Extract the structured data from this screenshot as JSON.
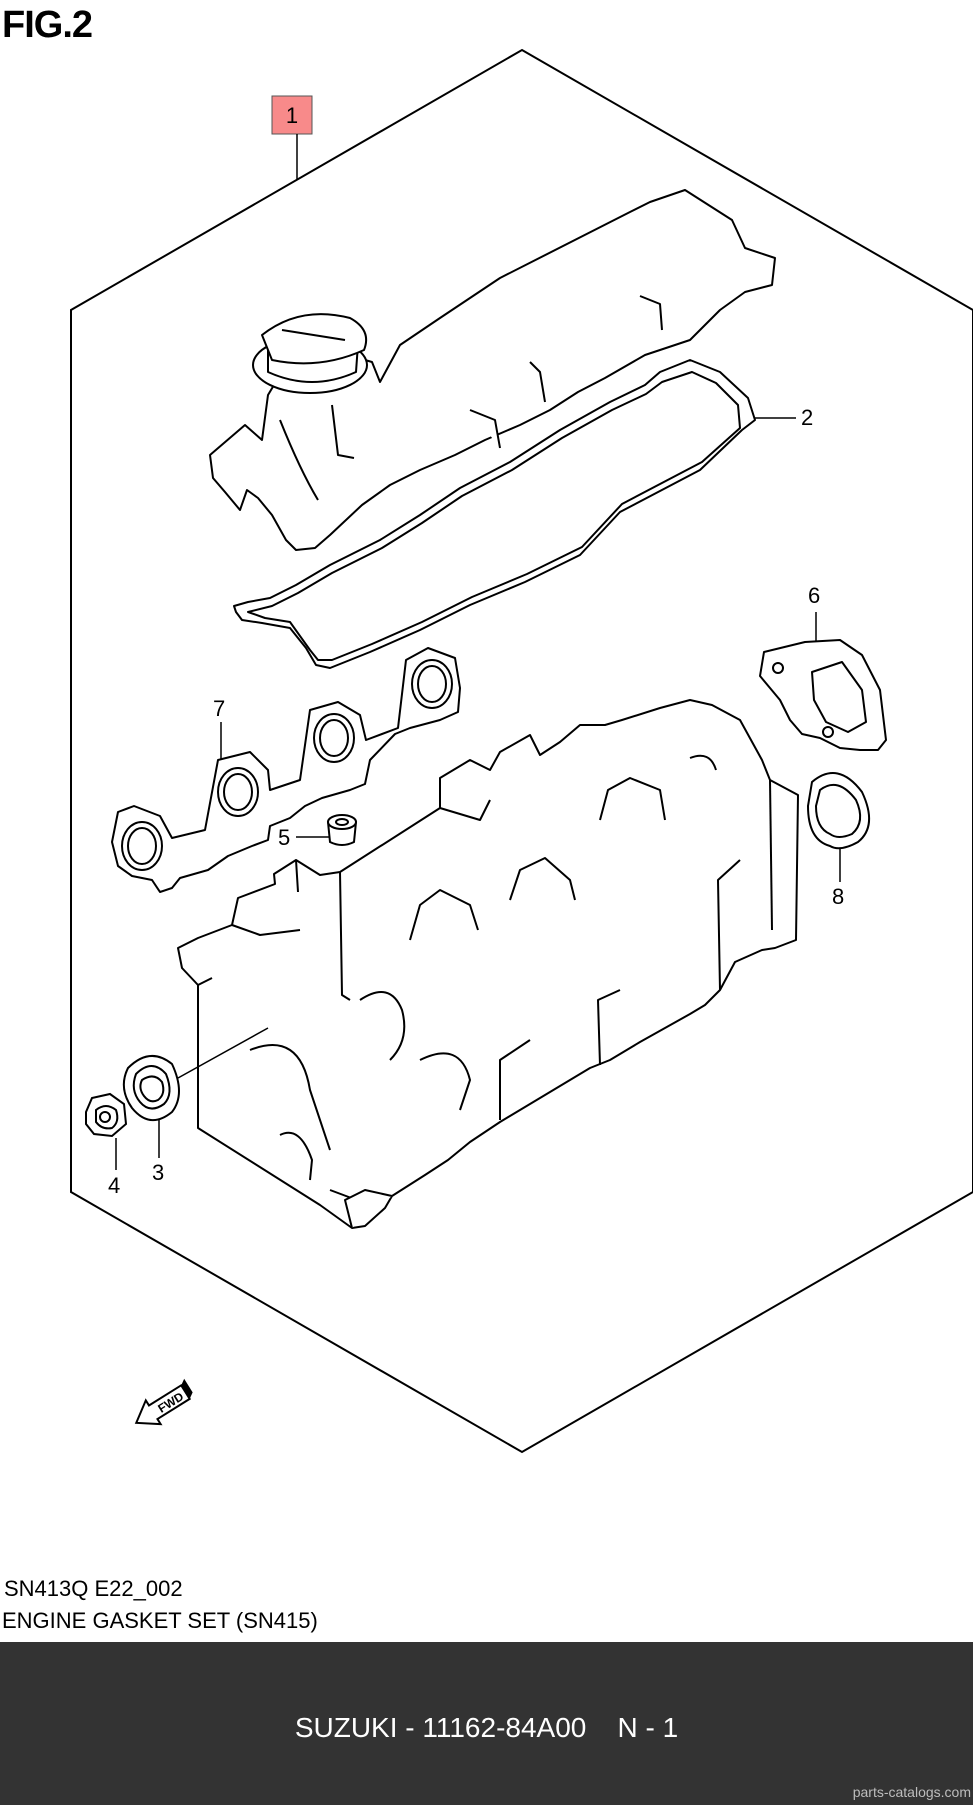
{
  "figure": {
    "title": "FIG.2",
    "callouts": [
      "1",
      "2",
      "3",
      "4",
      "5",
      "6",
      "7",
      "8"
    ],
    "forward_arrow_text": "FWD",
    "highlight_color": "#f88a8a"
  },
  "caption": {
    "code": "SN413Q E22_002",
    "description": "ENGINE GASKET SET (SN415)"
  },
  "footer": {
    "part_text": "SUZUKI - 11162-84A00    N - 1",
    "background_color": "#333333",
    "watermark": "parts-catalogs.com"
  }
}
